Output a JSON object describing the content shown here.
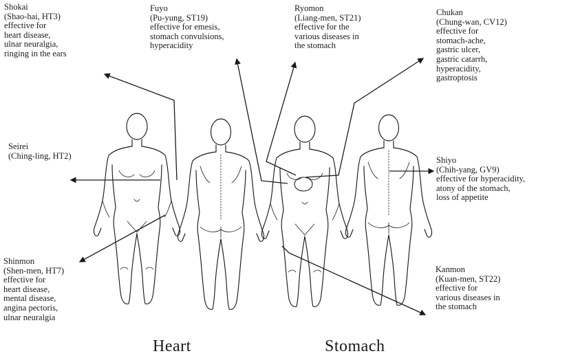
{
  "colors": {
    "ink": "#1a1a1a",
    "background": "#ffffff"
  },
  "sections": {
    "heart": "Heart",
    "stomach": "Stomach"
  },
  "points": {
    "shokai": [
      "Shokai",
      "(Shao-hai, HT3)",
      "effective for",
      "heart disease,",
      "ulnar neuralgia,",
      "ringing in the ears"
    ],
    "seirei": [
      "Seirei",
      "(Ching-ling, HT2)"
    ],
    "shinmon": [
      "Shinmon",
      "(Shen-men, HT7)",
      "effective for",
      "heart disease,",
      "mental disease,",
      "angina pectoris,",
      "ulnar neuralgia"
    ],
    "fuyo": [
      "Fuyo",
      "(Pu-yung, ST19)",
      "effective for emesis,",
      "stomach convulsions,",
      "hyperacidity"
    ],
    "ryomon": [
      "Ryomon",
      "(Liang-men, ST21)",
      "effective for the",
      "various diseases in",
      "the stomach"
    ],
    "chukan": [
      "Chukan",
      "(Chung-wan, CV12)",
      "effective for",
      "stomach-ache,",
      "gastric ulcer,",
      "gastric catarrh,",
      "hyperacidity,",
      "gastroptosis"
    ],
    "shiyo": [
      "Shiyo",
      "(Chih-yang, GV9)",
      "effective for hyperacidity,",
      "atony of the stomach,",
      "loss of appetite"
    ],
    "kanmon": [
      "Kanmon",
      "(Kuan-men, ST22)",
      "effective for",
      "various diseases in",
      "the stomach"
    ]
  }
}
